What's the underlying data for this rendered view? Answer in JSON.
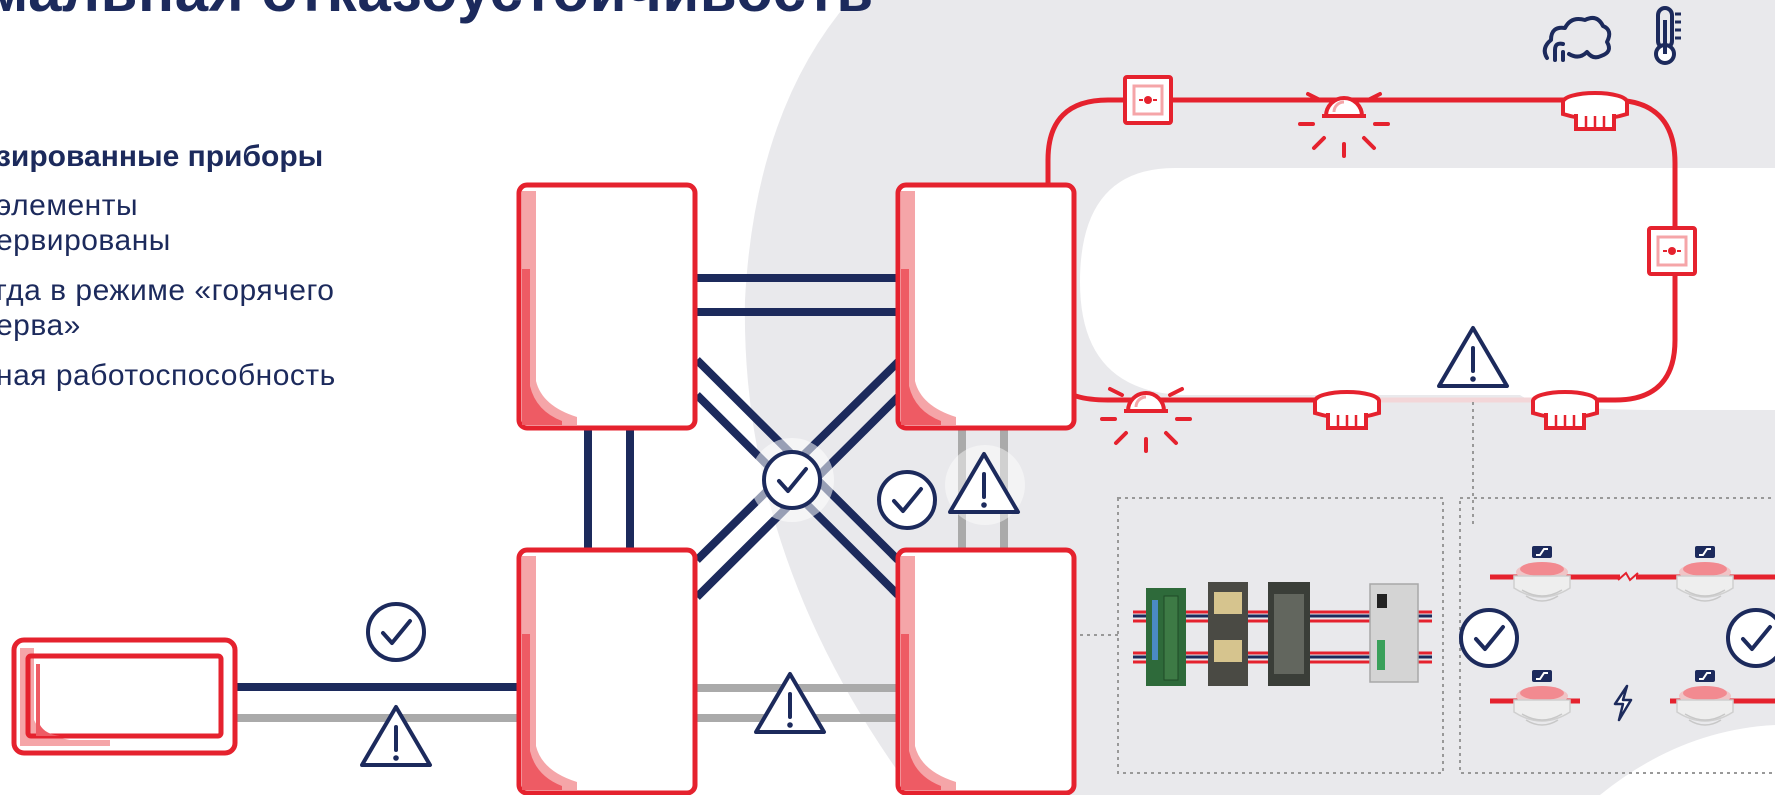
{
  "slide": {
    "title": "мальная отказоустойчивость",
    "heading": "зированные приборы",
    "bullets": [
      {
        "text": "элементы\nервированы"
      },
      {
        "text": "гда в режиме «горячего\nерва»"
      },
      {
        "text": "ная работоспособность"
      }
    ]
  },
  "colors": {
    "navy": "#1c2a5c",
    "red": "#e5222e",
    "pink": "#f5a5a8",
    "midred": "#ee5b64",
    "gray_path": "#aaaaaa",
    "bg_shape": "#e9e9ec"
  },
  "icons": [
    "cloud-smoke-icon",
    "thermometer-icon",
    "check-circle-icon",
    "warning-triangle-icon",
    "lightning-icon",
    "call-point-icon",
    "beacon-icon",
    "detector-icon"
  ]
}
